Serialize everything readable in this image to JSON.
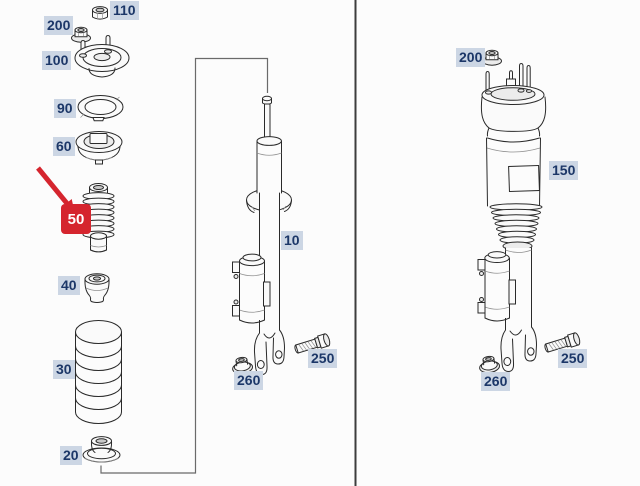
{
  "colors": {
    "background": "#fcfcfc",
    "divider": "#3d3d3d",
    "line_art": "#2a2a2a",
    "label_bg": "#ccd6e4",
    "label_text": "#1c3768",
    "highlight_bg": "#d5252e",
    "highlight_text": "#ffffff"
  },
  "left_group": {
    "parts": [
      {
        "label": "110",
        "name": "lock-nut",
        "highlighted": false
      },
      {
        "label": "200",
        "name": "flange-nut",
        "highlighted": false
      },
      {
        "label": "100",
        "name": "strut-mount",
        "highlighted": false
      },
      {
        "label": "90",
        "name": "spring-seat-ring",
        "highlighted": false
      },
      {
        "label": "60",
        "name": "strut-bearing",
        "highlighted": false
      },
      {
        "label": "50",
        "name": "dust-boot",
        "highlighted": true
      },
      {
        "label": "40",
        "name": "bump-stop",
        "highlighted": false
      },
      {
        "label": "30",
        "name": "coil-spring",
        "highlighted": false
      },
      {
        "label": "20",
        "name": "spring-seat",
        "highlighted": false
      }
    ]
  },
  "middle_group": {
    "parts": [
      {
        "label": "10",
        "name": "shock-absorber",
        "highlighted": false
      },
      {
        "label": "250",
        "name": "bolt",
        "highlighted": false
      },
      {
        "label": "260",
        "name": "nut",
        "highlighted": false
      }
    ]
  },
  "right_group": {
    "parts": [
      {
        "label": "200",
        "name": "flange-nut",
        "highlighted": false
      },
      {
        "label": "150",
        "name": "air-suspension-strut",
        "highlighted": false
      },
      {
        "label": "250",
        "name": "bolt",
        "highlighted": false
      },
      {
        "label": "260",
        "name": "nut",
        "highlighted": false
      }
    ]
  }
}
